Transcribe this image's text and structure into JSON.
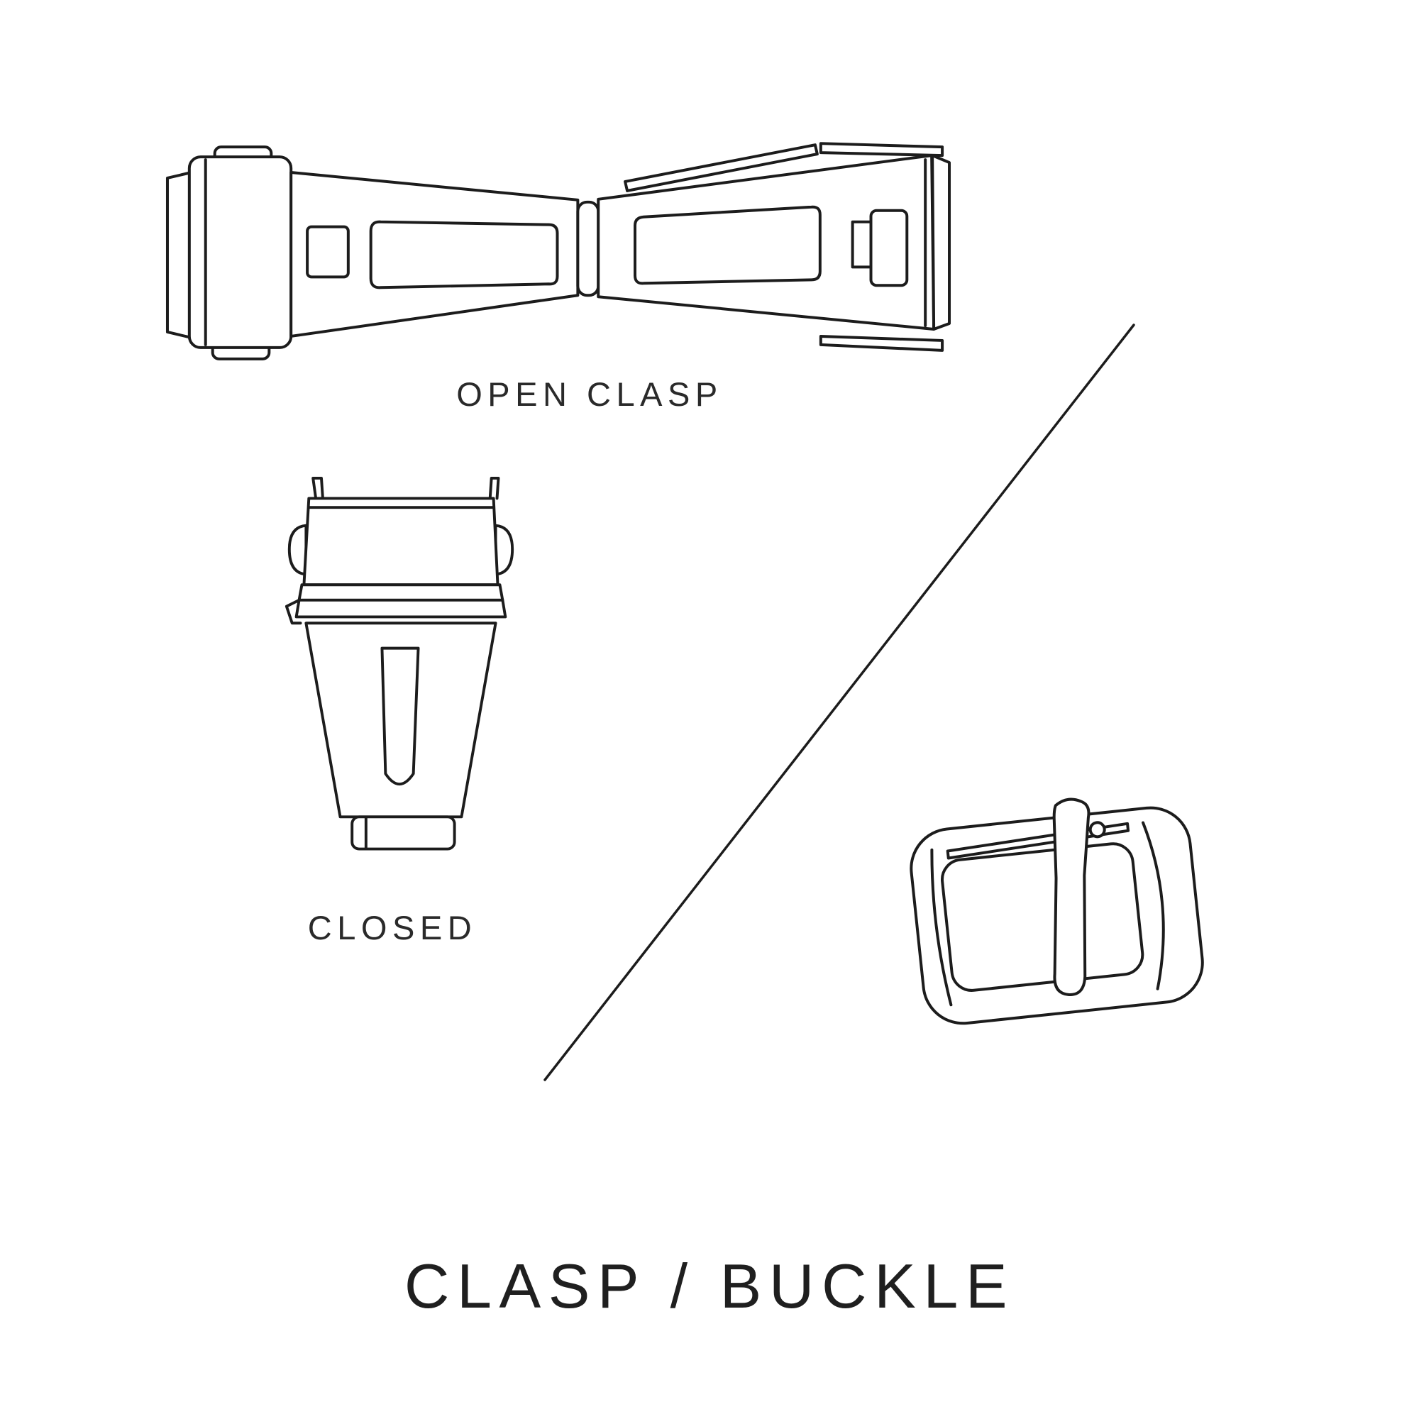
{
  "page": {
    "background_color": "#ffffff",
    "line_color": "#1c1c1c",
    "text_color": "#2a2a2a"
  },
  "title": "CLASP / BUCKLE",
  "labels": {
    "open_clasp": "OPEN CLASP",
    "closed": "CLOSED"
  },
  "illustrations": [
    {
      "name": "open-clasp-illustration",
      "caption": "OPEN CLASP"
    },
    {
      "name": "closed-clasp-illustration",
      "caption": "CLOSED"
    },
    {
      "name": "tang-buckle-illustration",
      "caption": ""
    }
  ]
}
